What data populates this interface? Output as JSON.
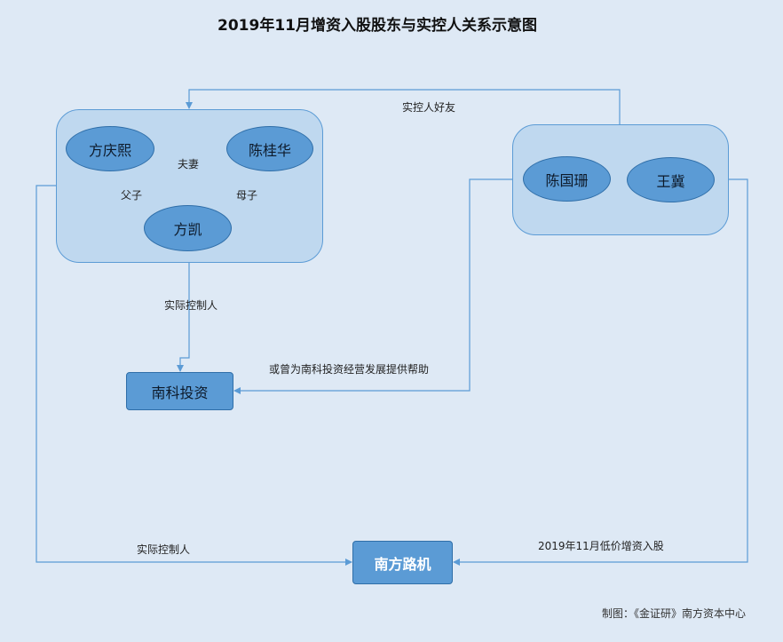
{
  "title": "2019年11月增资入股股东与实控人关系示意图",
  "nodes": {
    "fang_qingxi": "方庆熙",
    "chen_guihua": "陈桂华",
    "fang_kai": "方凯",
    "chen_guoshan": "陈国珊",
    "wang_ji": "王冀",
    "nanke": "南科投资",
    "nanfang": "南方路机"
  },
  "edges": {
    "spouse": "夫妻",
    "father_son": "父子",
    "mother_son": "母子",
    "friend": "实控人好友",
    "controller_nanke": "实际控制人",
    "help": "或曾为南科投资经营发展提供帮助",
    "controller_nanfang": "实际控制人",
    "low_price": "2019年11月低价增资入股"
  },
  "footer": "制图：《金证研》南方资本中心",
  "colors": {
    "background": "#dee9f5",
    "group_fill": "#bfd8ef",
    "node_fill": "#5b9bd5",
    "line": "#5b9bd5"
  }
}
